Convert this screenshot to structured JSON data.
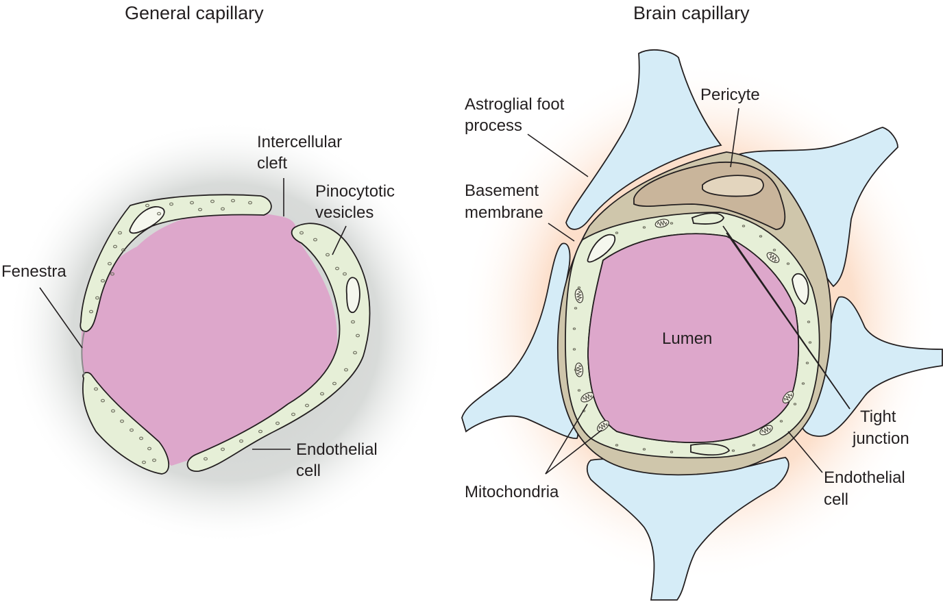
{
  "colors": {
    "lumen": "#dda7cb",
    "cytoplasm": "#e6efd7",
    "astroglia": "#d5ecf7",
    "pericyte": "#c9b59b",
    "basement_membrane": "#cfc6ab",
    "halo_general": "#c9ccca",
    "halo_brain": "#fbd6bd",
    "outline": "#231f20"
  },
  "general": {
    "title": "General capillary",
    "labels": {
      "intercellular_cleft": [
        "Intercellular",
        "cleft"
      ],
      "pinocytotic_vesicles": [
        "Pinocytotic",
        "vesicles"
      ],
      "fenestra": "Fenestra",
      "endothelial_cell": [
        "Endothelial",
        "cell"
      ]
    }
  },
  "brain": {
    "title": "Brain capillary",
    "labels": {
      "astroglial_foot_process": [
        "Astroglial foot",
        "process"
      ],
      "pericyte": "Pericyte",
      "basement_membrane": [
        "Basement",
        "membrane"
      ],
      "lumen": "Lumen",
      "tight_junction": [
        "Tight",
        "junction"
      ],
      "mitochondria": "Mitochondria",
      "endothelial_cell": [
        "Endothelial",
        "cell"
      ]
    }
  },
  "icons": [
    "nucleus-icon",
    "mitochondrion-icon",
    "vesicle-icon"
  ]
}
